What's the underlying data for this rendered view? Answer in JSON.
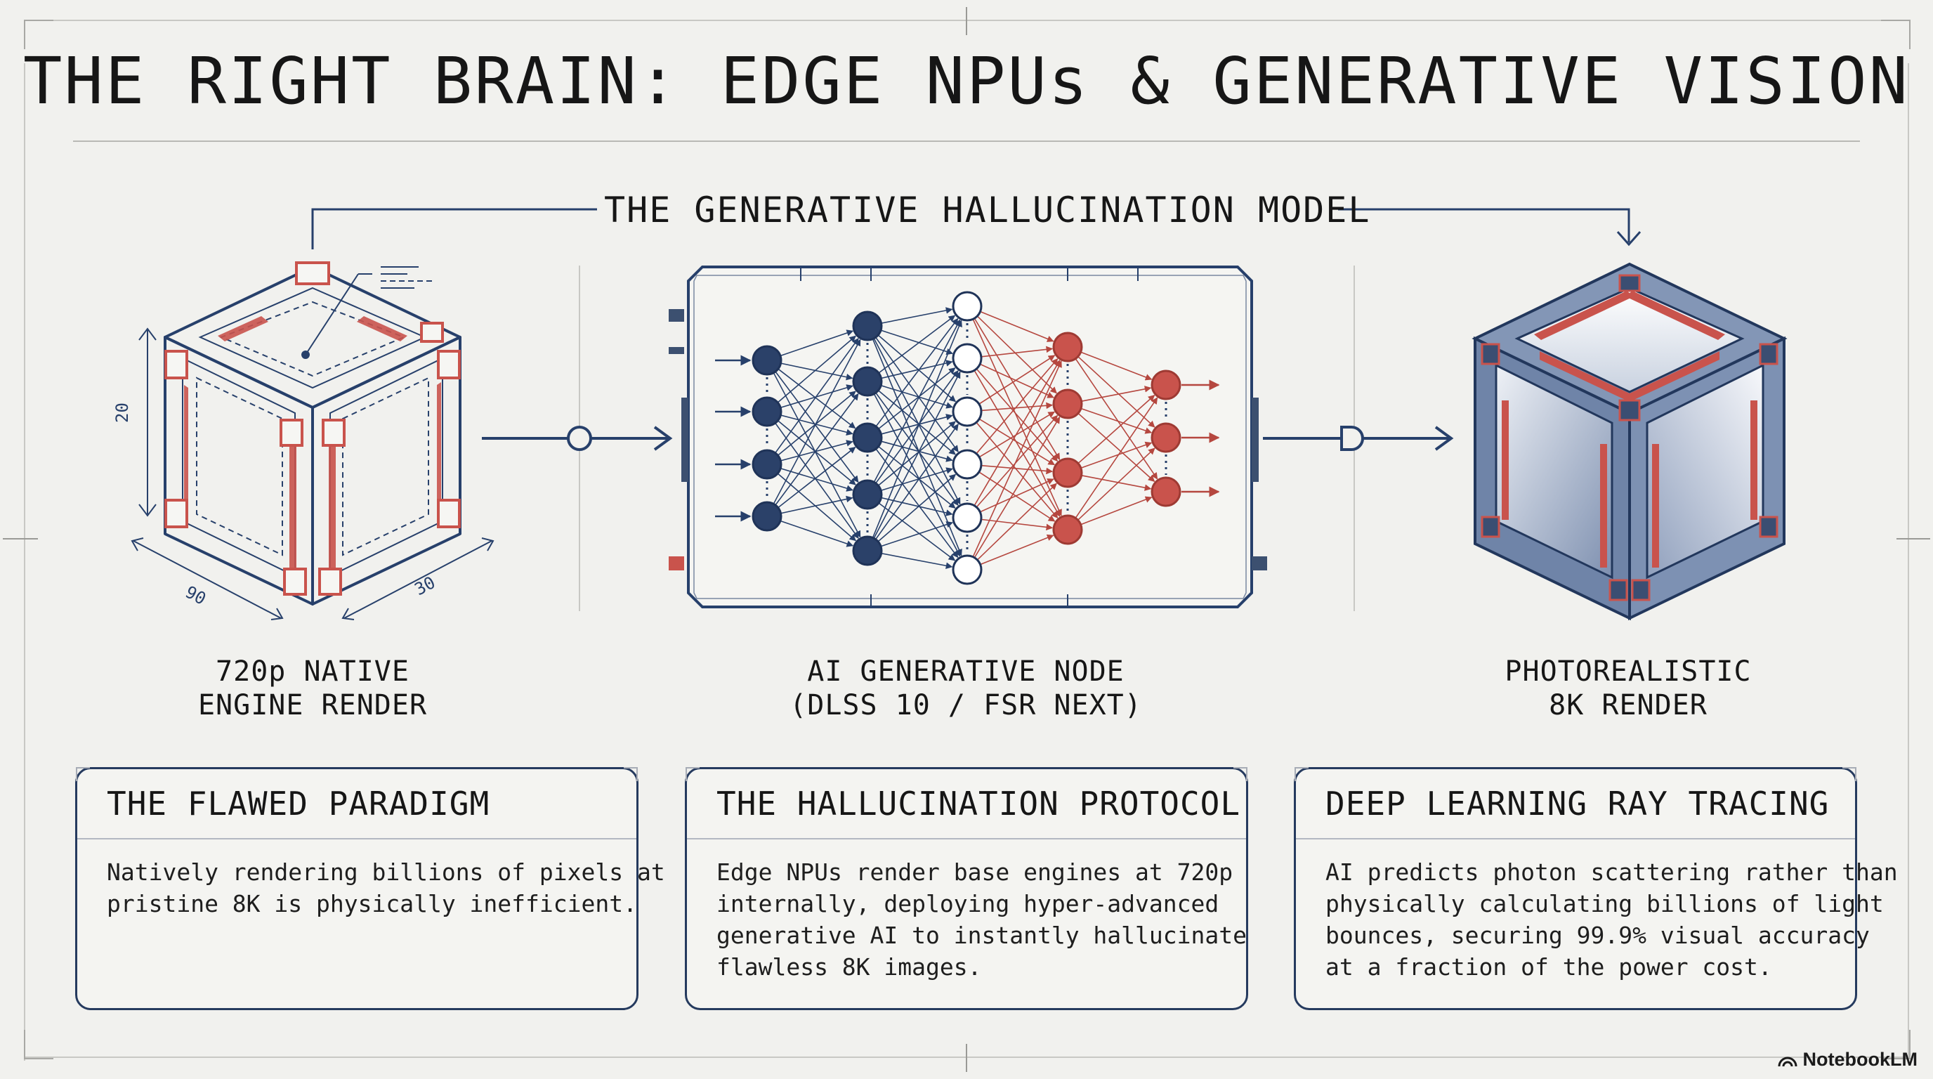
{
  "title": "THE RIGHT BRAIN: EDGE NPUs & GENERATIVE VISION",
  "subtitle": "THE GENERATIVE HALLUCINATION MODEL",
  "stages": [
    {
      "line1": "720p NATIVE",
      "line2": "ENGINE RENDER"
    },
    {
      "line1": "AI GENERATIVE NODE",
      "line2": "(DLSS 10 / FSR NEXT)"
    },
    {
      "line1": "PHOTOREALISTIC",
      "line2": "8K RENDER"
    }
  ],
  "dimensions": {
    "height": "20",
    "width": "90",
    "depth": "30"
  },
  "cards": [
    {
      "heading": "THE FLAWED PARADIGM",
      "lines": [
        "Natively rendering billions of pixels at",
        "pristine 8K is physically inefficient."
      ]
    },
    {
      "heading": "THE HALLUCINATION PROTOCOL",
      "lines": [
        "Edge NPUs render base engines at 720p",
        "internally, deploying hyper-advanced",
        "generative AI to instantly hallucinate",
        "flawless 8K images."
      ]
    },
    {
      "heading": "DEEP LEARNING RAY TRACING",
      "lines": [
        "AI predicts photon scattering rather than",
        "physically calculating billions of light",
        "bounces, securing 99.9% visual accuracy",
        "at a fraction of the power cost."
      ]
    }
  ],
  "brand": "NotebookLM",
  "colors": {
    "navy": "#2b4169",
    "red": "#c9534c",
    "line": "#253a5e",
    "background": "#f1f1ee"
  }
}
